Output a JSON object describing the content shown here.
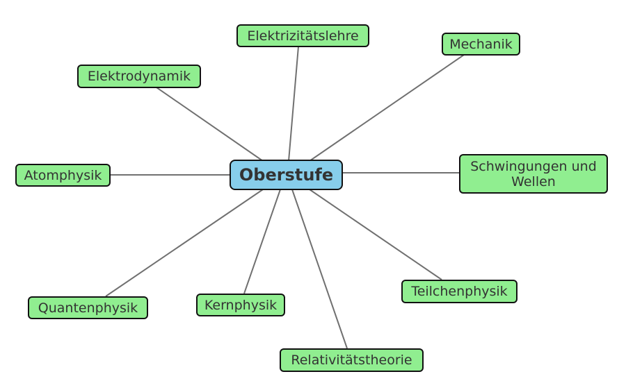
{
  "center": {
    "label": "Oberstufe",
    "color": "#87ceeb"
  },
  "topics": [
    {
      "label": "Elektrizitätslehre"
    },
    {
      "label": "Mechanik"
    },
    {
      "label": "Elektrodynamik"
    },
    {
      "label": "Atomphysik"
    },
    {
      "label": "Schwingungen und Wellen"
    },
    {
      "label": "Quantenphysik"
    },
    {
      "label": "Kernphysik"
    },
    {
      "label": "Relativitätstheorie"
    },
    {
      "label": "Teilchenphysik"
    }
  ],
  "colors": {
    "topic": "#90ee90",
    "edge": "#707070"
  }
}
